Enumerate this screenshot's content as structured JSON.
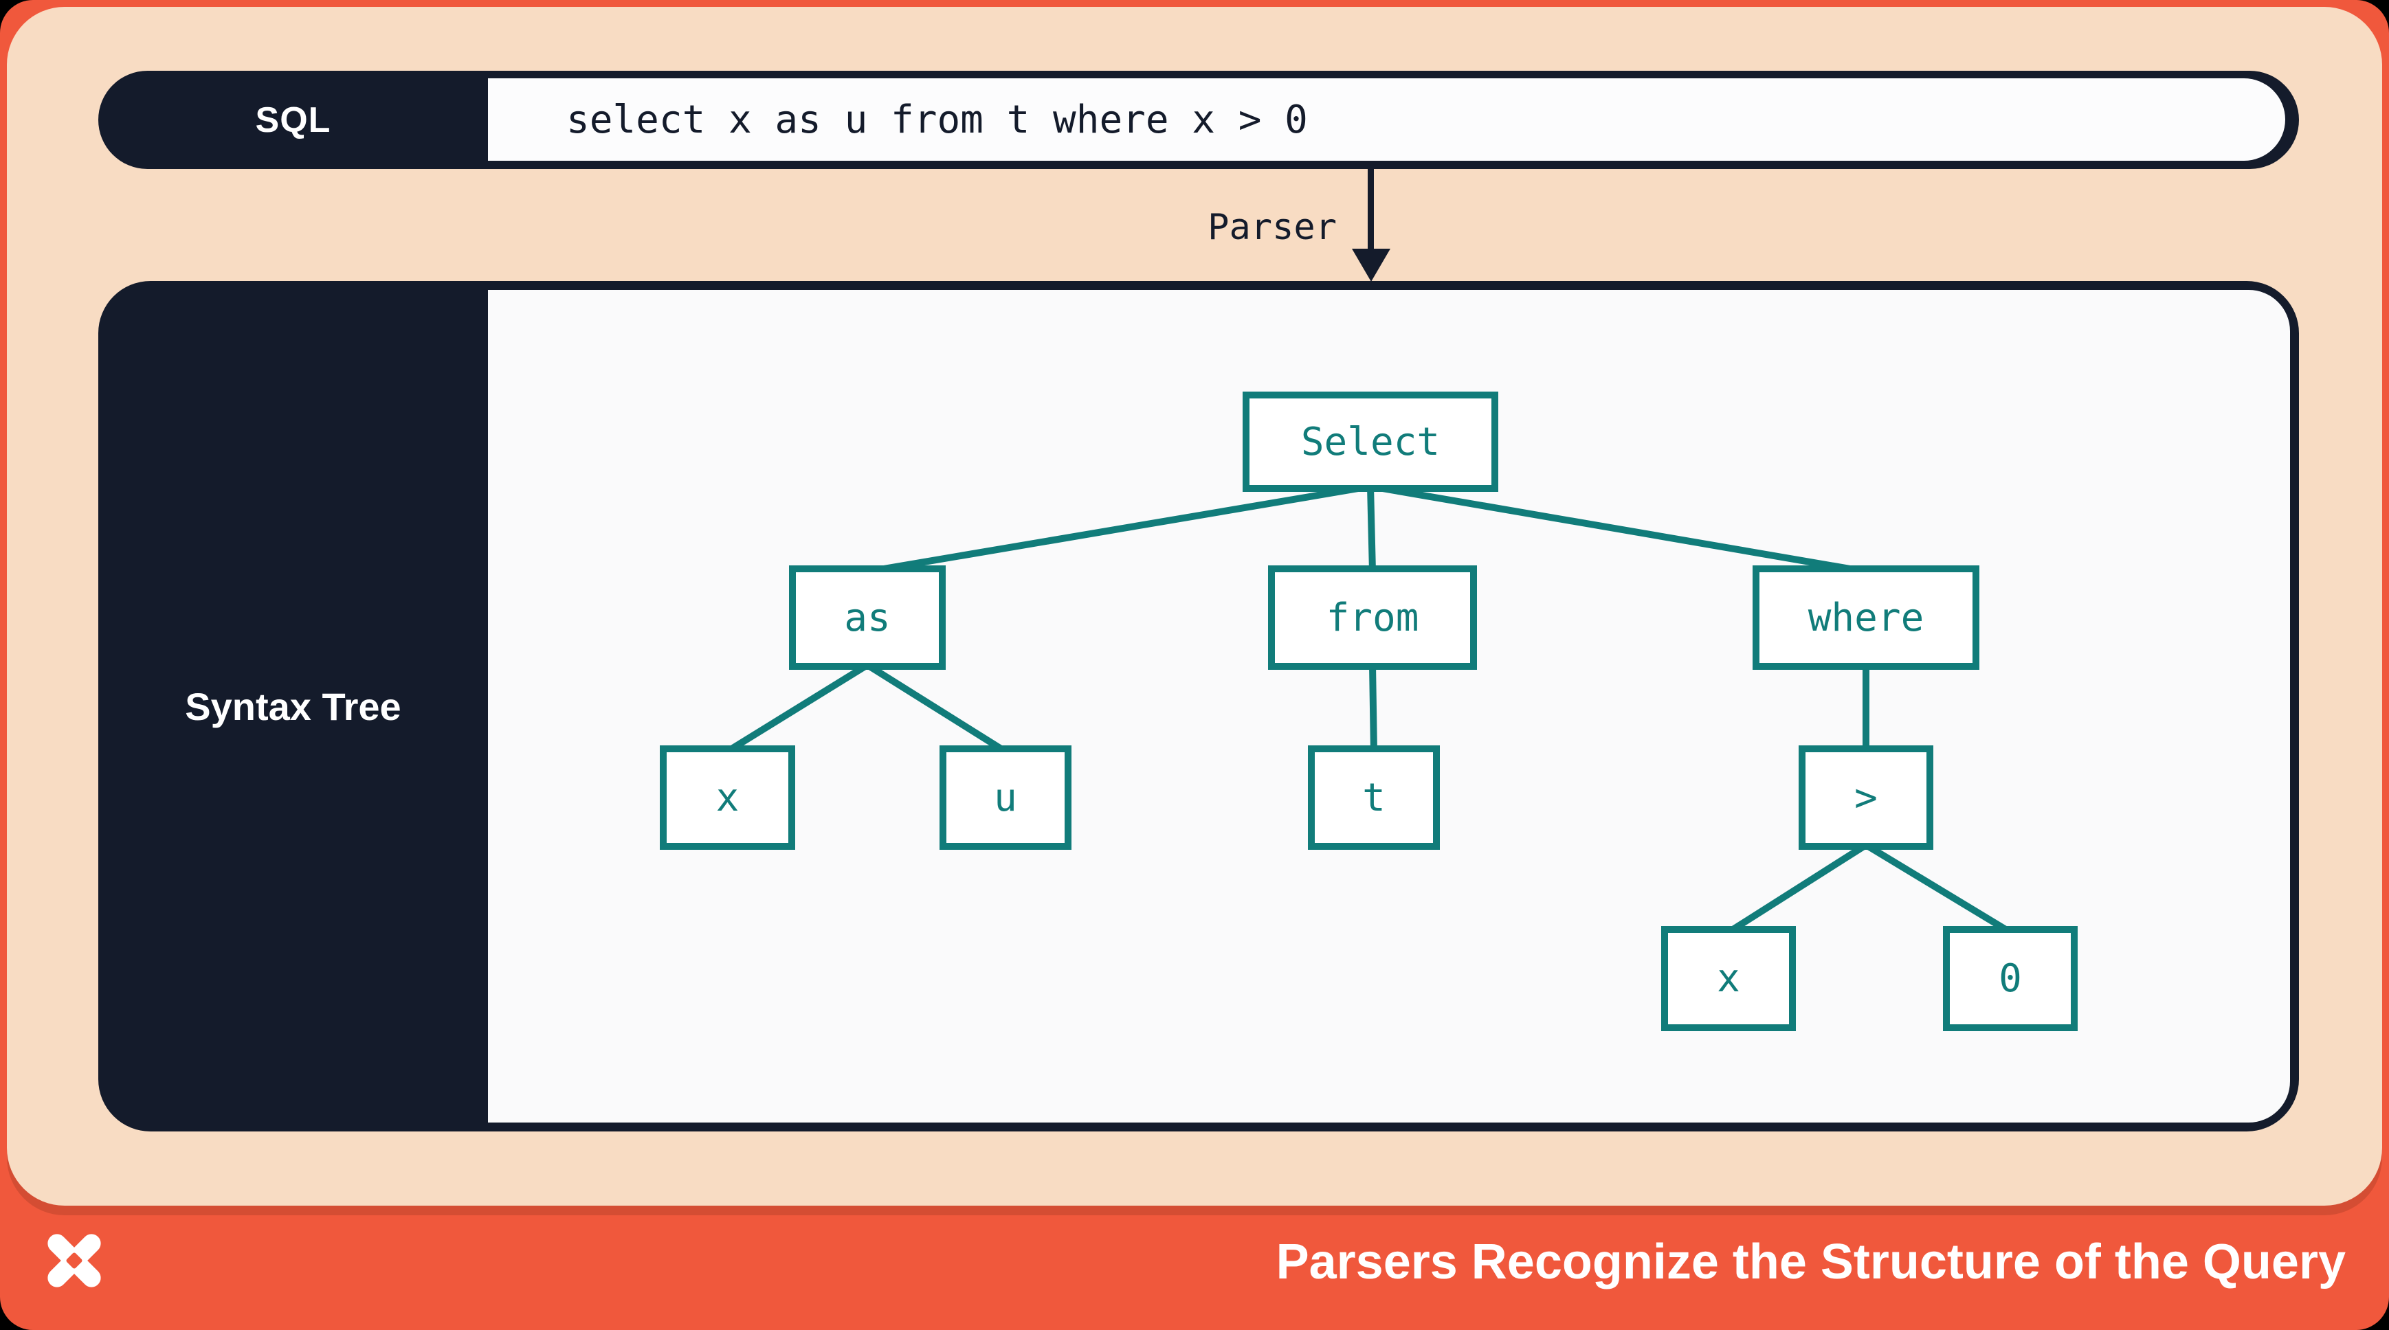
{
  "colors": {
    "frame_orange": "#F0583C",
    "panel_peach": "#F8DCC3",
    "ink_navy": "#141B2B",
    "node_teal": "#117C7A",
    "surface_white": "#FAFAFB",
    "card_white": "#FCFCFD"
  },
  "sql_bar": {
    "label": "SQL",
    "query": "select x as u from t where x > 0"
  },
  "parser": {
    "label": "Parser"
  },
  "syntax_tree": {
    "label": "Syntax Tree",
    "nodes": [
      {
        "id": "select",
        "label": "Select"
      },
      {
        "id": "as",
        "label": "as"
      },
      {
        "id": "from",
        "label": "from"
      },
      {
        "id": "where",
        "label": "where"
      },
      {
        "id": "x1",
        "label": "x"
      },
      {
        "id": "u",
        "label": "u"
      },
      {
        "id": "t",
        "label": "t"
      },
      {
        "id": "gt",
        "label": ">"
      },
      {
        "id": "x2",
        "label": "x"
      },
      {
        "id": "zero",
        "label": "0"
      }
    ],
    "edges": [
      [
        "Select",
        "as"
      ],
      [
        "Select",
        "from"
      ],
      [
        "Select",
        "where"
      ],
      [
        "as",
        "x"
      ],
      [
        "as",
        "u"
      ],
      [
        "from",
        "t"
      ],
      [
        "where",
        ">"
      ],
      [
        ">",
        "x"
      ],
      [
        ">",
        "0"
      ]
    ]
  },
  "footer": {
    "title": "Parsers Recognize the Structure of the Query",
    "logo": "dbt-logo"
  }
}
